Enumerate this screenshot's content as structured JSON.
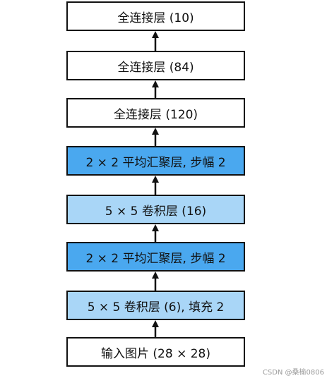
{
  "layers": [
    {
      "label": "全连接层 (10)",
      "color": "#ffffff"
    },
    {
      "label": "全连接层 (84)",
      "color": "#ffffff"
    },
    {
      "label": "全连接层 (120)",
      "color": "#ffffff"
    },
    {
      "label": "2 × 2 平均汇聚层, 步幅 2",
      "color": "#4aa8ef"
    },
    {
      "label": "5 × 5 卷积层 (16)",
      "color": "#a9d6f7"
    },
    {
      "label": "2 × 2 平均汇聚层, 步幅 2",
      "color": "#4aa8ef"
    },
    {
      "label": "5 × 5 卷积层 (6), 填充 2",
      "color": "#a9d6f7"
    },
    {
      "label": "输入图片 (28 × 28)",
      "color": "#ffffff"
    }
  ],
  "watermark": "CSDN @桑榆0806"
}
